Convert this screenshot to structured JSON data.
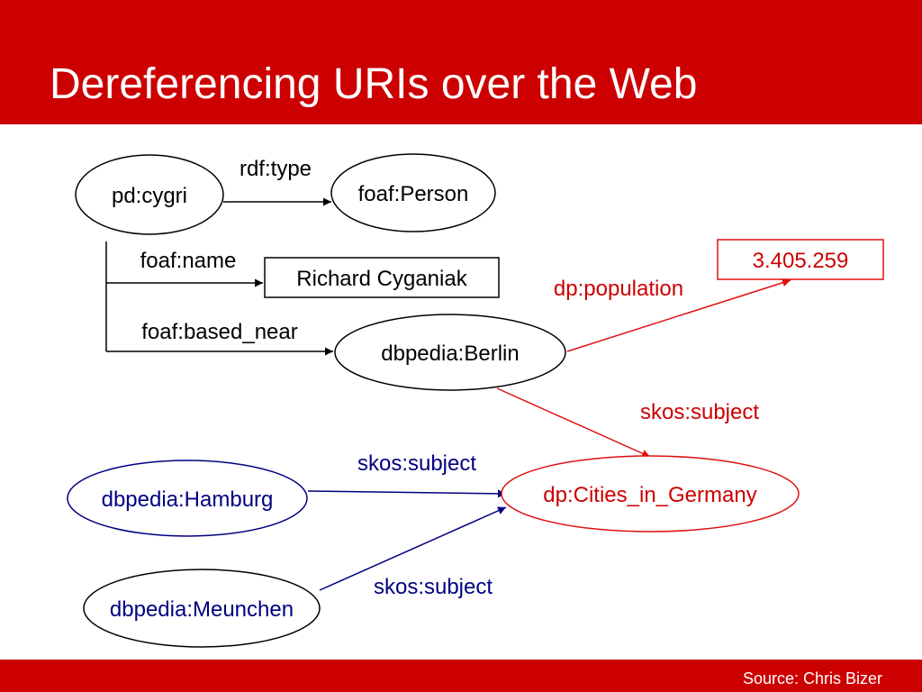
{
  "slide": {
    "title": "Dereferencing URIs over the Web",
    "source": "Source: Chris Bizer"
  },
  "colors": {
    "brand_red": "#cc0000",
    "edge_red": "#e01010",
    "edge_blue": "#000080",
    "text_black": "#000000",
    "text_red": "#cc0000",
    "text_blue": "#000080"
  },
  "nodes": {
    "pd_cygri": "pd:cygri",
    "foaf_person": "foaf:Person",
    "richard_cyganiak": "Richard Cyganiak",
    "dbpedia_berlin": "dbpedia:Berlin",
    "population_value": "3.405.259",
    "cities_in_germany": "dp:Cities_in_Germany",
    "dbpedia_hamburg": "dbpedia:Hamburg",
    "dbpedia_meunchen": "dbpedia:Meunchen"
  },
  "edges": {
    "rdf_type": "rdf:type",
    "foaf_name": "foaf:name",
    "foaf_based_near": "foaf:based_near",
    "dp_population": "dp:population",
    "skos_subject_berlin": "skos:subject",
    "skos_subject_hamburg": "skos:subject",
    "skos_subject_meunchen": "skos:subject"
  }
}
